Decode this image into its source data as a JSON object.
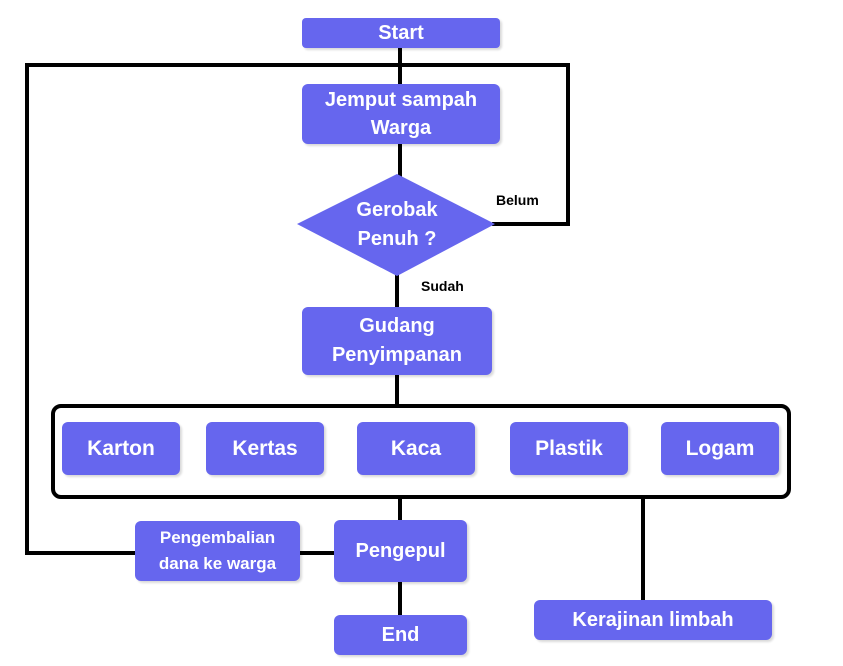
{
  "colors": {
    "node_fill": "#6666ee",
    "node_text": "#ffffff",
    "line": "#000000",
    "background": "#ffffff"
  },
  "nodes": {
    "start": "Start",
    "jemput_line1": "Jemput sampah",
    "jemput_line2": "Warga",
    "decision_line1": "Gerobak",
    "decision_line2": "Penuh ?",
    "gudang_line1": "Gudang",
    "gudang_line2": "Penyimpanan",
    "categories": [
      "Karton",
      "Kertas",
      "Kaca",
      "Plastik",
      "Logam"
    ],
    "pengembalian_line1": "Pengembalian",
    "pengembalian_line2": "dana ke warga",
    "pengepul": "Pengepul",
    "end": "End",
    "kerajinan": "Kerajinan limbah"
  },
  "edge_labels": {
    "belum": "Belum",
    "sudah": "Sudah"
  }
}
